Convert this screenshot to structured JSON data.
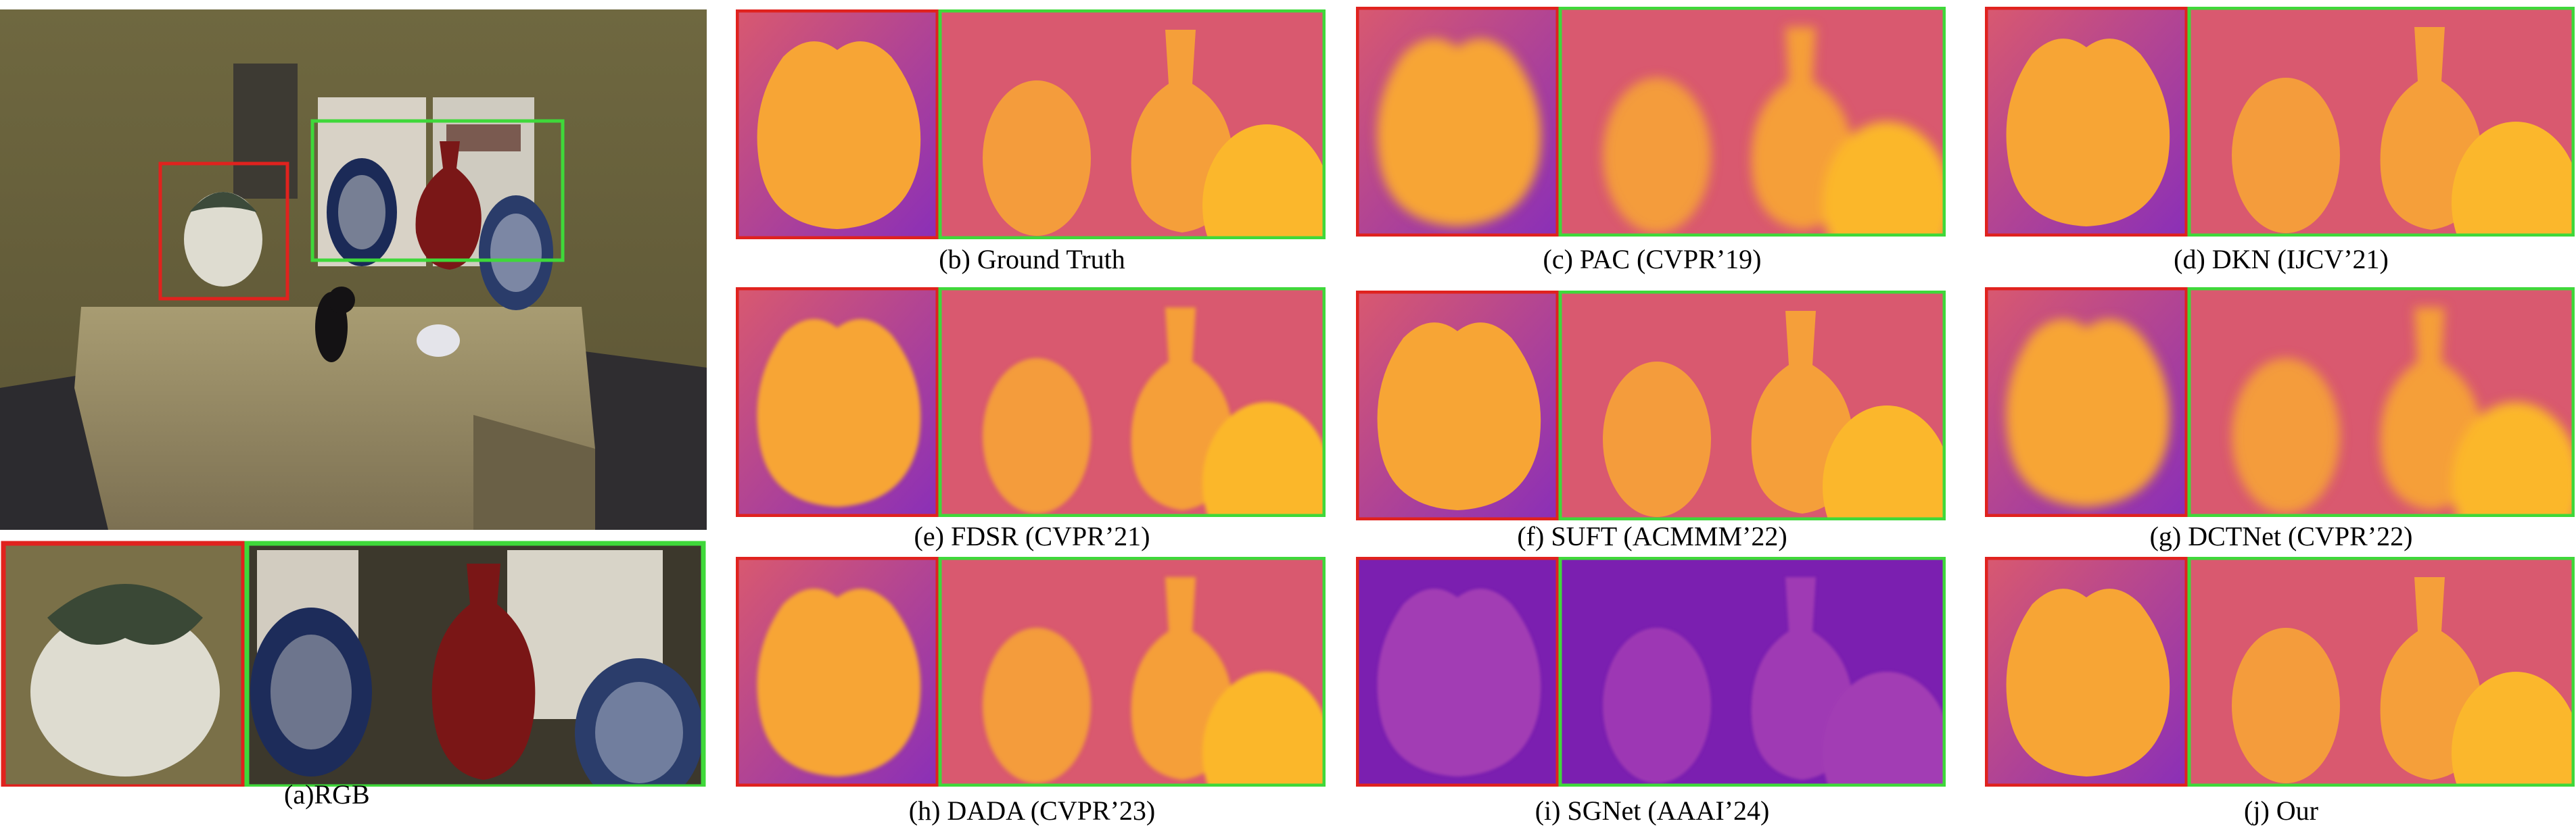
{
  "figure": {
    "panels": [
      {
        "id": "a",
        "caption": "(a)RGB"
      },
      {
        "id": "b",
        "caption": "(b) Ground Truth",
        "palette": "gt"
      },
      {
        "id": "c",
        "caption": "(c) PAC (CVPR’19)",
        "palette": "blurry"
      },
      {
        "id": "d",
        "caption": "(d) DKN (IJCV’21)",
        "palette": "gt"
      },
      {
        "id": "e",
        "caption": "(e) FDSR (CVPR’21)",
        "palette": "soft"
      },
      {
        "id": "f",
        "caption": "(f) SUFT (ACMMM’22)",
        "palette": "gt"
      },
      {
        "id": "g",
        "caption": "(g) DCTNet (CVPR’22)",
        "palette": "blurry"
      },
      {
        "id": "h",
        "caption": "(h) DADA (CVPR’23)",
        "palette": "soft"
      },
      {
        "id": "i",
        "caption": "(i) SGNet (AAAI’24)",
        "palette": "purple"
      },
      {
        "id": "j",
        "caption": "(j) Our",
        "palette": "gt"
      }
    ],
    "colors": {
      "red_box": "#e0221e",
      "green_box": "#3fd83a",
      "depth_bg": "#d9596f",
      "depth_far": "#8a2fb8",
      "depth_near": "#f7a535",
      "depth_nearest": "#fbb72c",
      "purple_bg": "#7b1fb0",
      "purple_obj": "#a23cb4"
    }
  }
}
